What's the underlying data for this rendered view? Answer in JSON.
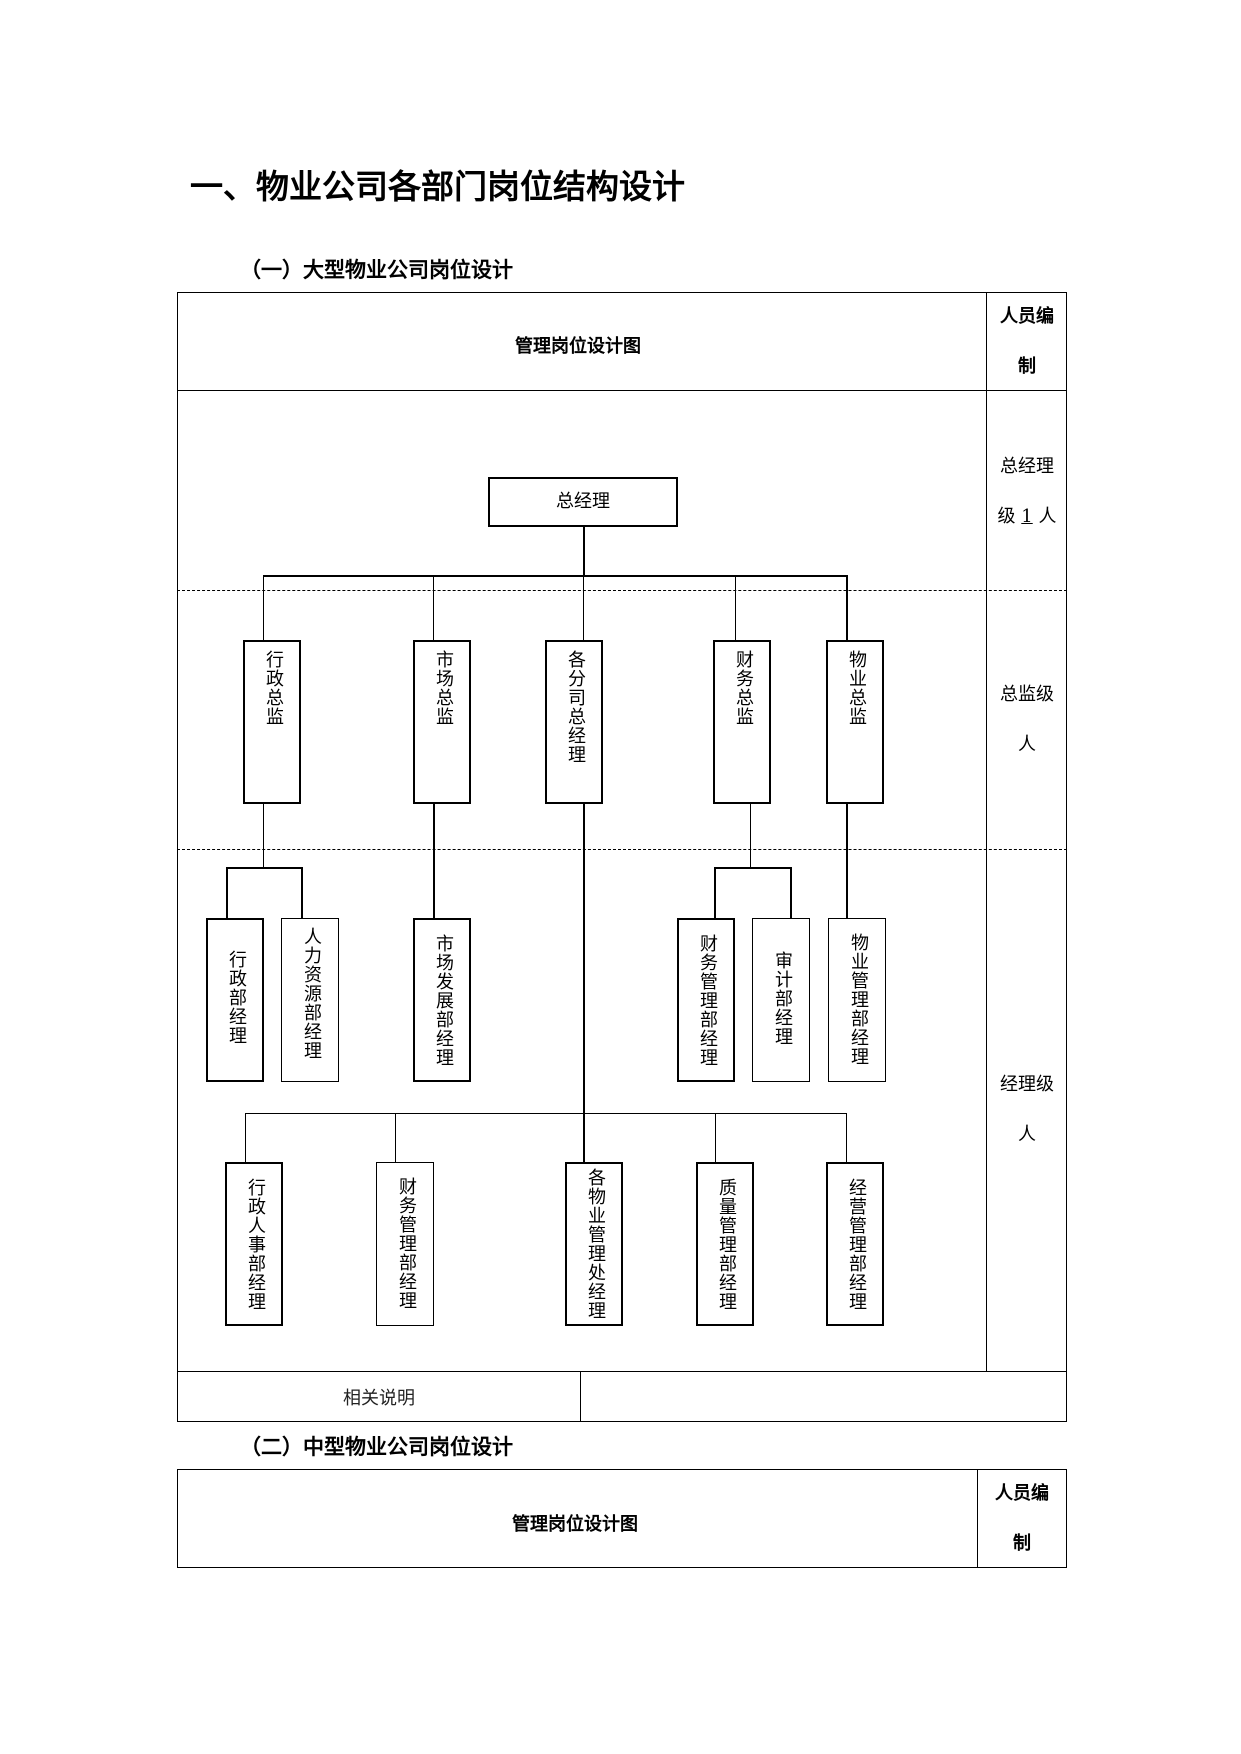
{
  "heading": "一、物业公司各部门岗位结构设计",
  "section1": {
    "title": "（一）大型物业公司岗位设计",
    "header": {
      "diagram_title": "管理岗位设计图",
      "staff_col_line1": "人员编",
      "staff_col_line2": "制"
    },
    "levels": {
      "gm": {
        "line1": "总经理",
        "line2_prefix": "级 ",
        "count": "1",
        "line2_suffix": " 人"
      },
      "director": {
        "line1": "总监级",
        "line2": "人"
      },
      "manager": {
        "line1": "经理级",
        "line2": "人"
      }
    },
    "chart": {
      "top": "总经理",
      "directors": [
        "行政总监",
        "市场总监",
        "各分司总经理",
        "财务总监",
        "物业总监"
      ],
      "managers": [
        "行政部经理",
        "人力资源部经理",
        "市场发展部经理",
        "财务管理部经理",
        "审计部经理",
        "物业管理部经理"
      ],
      "branch_managers": [
        "行政人事部经理",
        "财务管理部经理",
        "各物业管理处经理",
        "质量管理部经理",
        "经营管理部经理"
      ]
    },
    "footer": {
      "label": "相关说明",
      "value": ""
    }
  },
  "section2": {
    "title": "（二）中型物业公司岗位设计",
    "header": {
      "diagram_title": "管理岗位设计图",
      "staff_col_line1": "人员编",
      "staff_col_line2": "制"
    }
  }
}
